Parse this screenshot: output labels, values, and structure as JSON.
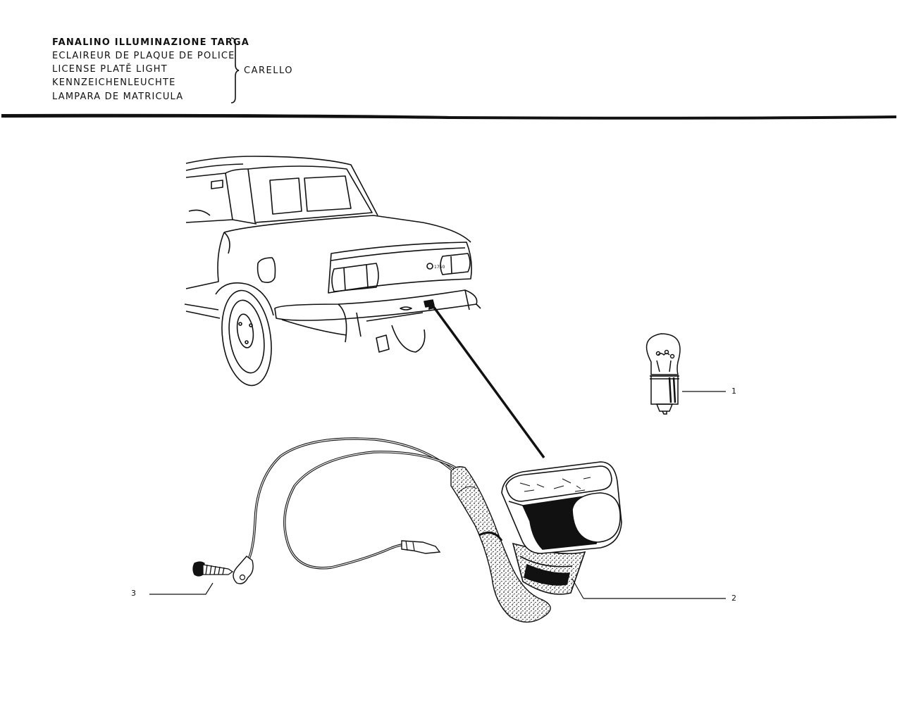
{
  "header": {
    "titles": [
      "FANALINO ILLUMINAZIONE TARGA",
      "ECLAIREUR DE PLAQUE DE POLICE",
      "LICENSE PLATĚ LIGHT",
      "KENNZEICHENLEUCHTE",
      "LAMPARA DE MATRICULA"
    ],
    "manufacturer": "CARELLO"
  },
  "car": {
    "badge": "1750"
  },
  "callouts": {
    "c1": "1",
    "c2": "2",
    "c3": "3"
  }
}
